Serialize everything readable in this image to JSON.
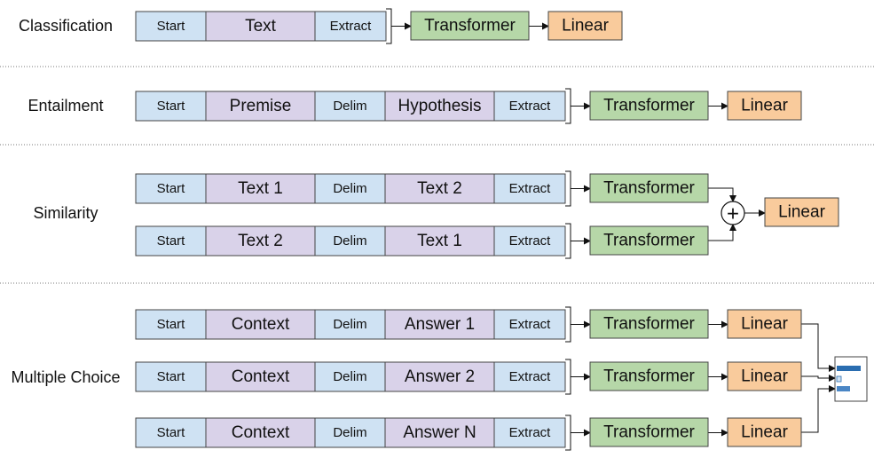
{
  "colors": {
    "start": "#cfe2f3",
    "content": "#d9d2e9",
    "transformer": "#b6d7a8",
    "linear": "#f9cb9c",
    "stroke": "#444444",
    "bar_fill": "#2a6db0"
  },
  "tasks": [
    {
      "label": "Classification",
      "rows": [
        {
          "tokens": [
            "Start",
            "Text",
            "Extract"
          ],
          "transformer": "Transformer",
          "linear": "Linear"
        }
      ]
    },
    {
      "label": "Entailment",
      "rows": [
        {
          "tokens": [
            "Start",
            "Premise",
            "Delim",
            "Hypothesis",
            "Extract"
          ],
          "transformer": "Transformer",
          "linear": "Linear"
        }
      ]
    },
    {
      "label": "Similarity",
      "rows": [
        {
          "tokens": [
            "Start",
            "Text 1",
            "Delim",
            "Text 2",
            "Extract"
          ],
          "transformer": "Transformer"
        },
        {
          "tokens": [
            "Start",
            "Text 2",
            "Delim",
            "Text 1",
            "Extract"
          ],
          "transformer": "Transformer"
        }
      ],
      "combine_symbol": "+",
      "linear": "Linear"
    },
    {
      "label": "Multiple Choice",
      "rows": [
        {
          "tokens": [
            "Start",
            "Context",
            "Delim",
            "Answer 1",
            "Extract"
          ],
          "transformer": "Transformer",
          "linear": "Linear"
        },
        {
          "tokens": [
            "Start",
            "Context",
            "Delim",
            "Answer 2",
            "Extract"
          ],
          "transformer": "Transformer",
          "linear": "Linear"
        },
        {
          "tokens": [
            "Start",
            "Context",
            "Delim",
            "Answer N",
            "Extract"
          ],
          "transformer": "Transformer",
          "linear": "Linear"
        }
      ],
      "output_icon": "softmax-bar-chart-icon"
    }
  ]
}
